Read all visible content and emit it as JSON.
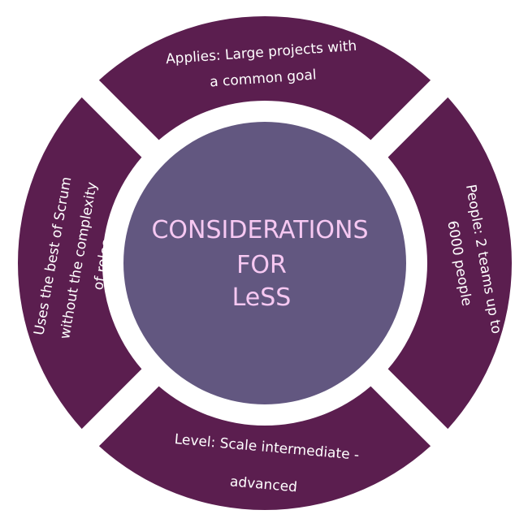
{
  "center": {
    "line1": "CONSIDERATIONS",
    "line2": "FOR",
    "line3": "LeSS"
  },
  "top": {
    "line1": "Applies: Large projects with",
    "line2": "a common goal"
  },
  "right": {
    "line1": "People: 2 teams up to",
    "line2": "6000 people"
  },
  "bottom": {
    "line1": "Level: Scale intermediate -",
    "line2": "advanced"
  },
  "left": {
    "line1": "Uses the best of Scrum",
    "line2": "without the complexity",
    "line3": "of roles"
  },
  "colors": {
    "segment": "#5b1e4f",
    "center": "#625780",
    "center_text": "#f6c8f2",
    "segment_text": "#ffffff"
  }
}
